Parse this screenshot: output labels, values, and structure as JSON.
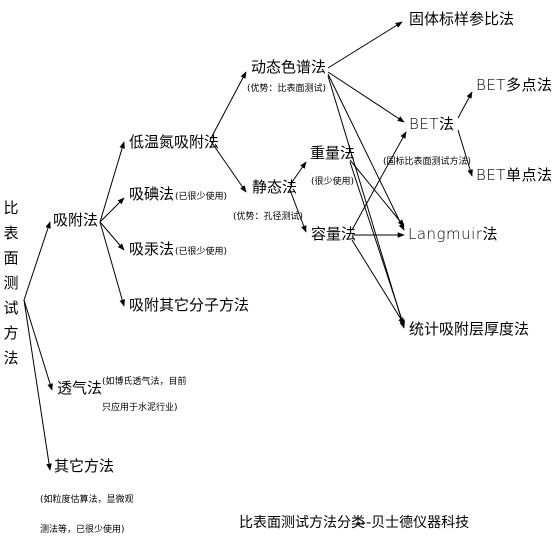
{
  "root": "比表面测试方法",
  "level1": {
    "adsorption": "吸附法",
    "permeation": "透气法",
    "permeation_note_line1": "(如博氏透气法，目前",
    "permeation_note_line2": "只应用于水泥行业)",
    "other": "其它方法",
    "other_note_line1": "(如粒度估算法，显微观",
    "other_note_line2": "测法等，已很少使用)"
  },
  "level2": {
    "low_temp_n2": "低温氮吸附法",
    "iodine": "吸碘法",
    "iodine_note": "(已很少使用)",
    "mercury": "吸汞法",
    "mercury_note": "(已很少使用)",
    "other_molecule": "吸附其它分子方法"
  },
  "level3": {
    "dynamic": "动态色谱法",
    "dynamic_note": "(优势：比表面测试)",
    "static": "静态法",
    "static_note": "(优势：孔径测试)"
  },
  "level4": {
    "gravimetric": "重量法",
    "gravimetric_note": "(很少使用)",
    "volumetric": "容量法"
  },
  "methods": {
    "solid_standard": "固体标样参比法",
    "bet": "BET法",
    "bet_note": "(国标比表面测试方法)",
    "bet_multi": "BET多点法",
    "bet_single": "BET单点法",
    "langmuir": "Langmuir法",
    "statistical": "统计吸附层厚度法"
  },
  "footer": {
    "caption": "比表面测试方法分类",
    "company": "---贝士德仪器科技"
  }
}
